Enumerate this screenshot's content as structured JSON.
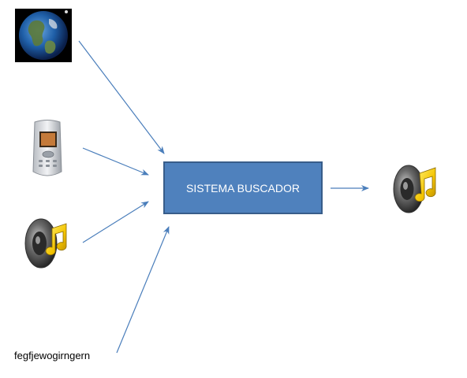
{
  "diagram": {
    "center_box": {
      "label": "SISTEMA BUSCADOR",
      "fill": "#4f81bd",
      "border": "#385d8a"
    },
    "text_input": {
      "label": "fegfjewogirngern"
    },
    "inputs": [
      {
        "icon": "globe-icon"
      },
      {
        "icon": "mobile-phone-icon"
      },
      {
        "icon": "music-speaker-icon"
      },
      {
        "icon": "text-query"
      }
    ],
    "output": {
      "icon": "music-speaker-icon"
    },
    "arrow_color": "#4a7ebb"
  }
}
